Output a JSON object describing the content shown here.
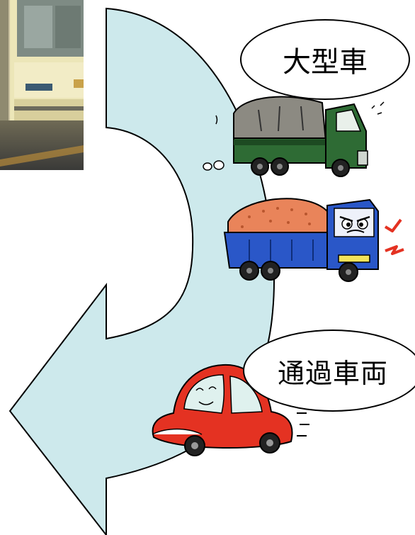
{
  "labels": {
    "large_vehicle": "大型車",
    "passing_vehicle": "通過車両"
  },
  "colors": {
    "arrow_fill": "#cde9ec",
    "arrow_stroke": "#000000",
    "dump_truck_cargo": "#8c8a82",
    "dump_truck_body": "#2e6b34",
    "ore_truck_cargo": "#e9845a",
    "ore_truck_body": "#2a57c8",
    "car_body": "#e43222"
  },
  "icons": {
    "bus_photo": "bus-photo",
    "dump_truck": "dump-truck-illustration",
    "ore_truck": "ore-truck-illustration",
    "car": "car-illustration"
  }
}
